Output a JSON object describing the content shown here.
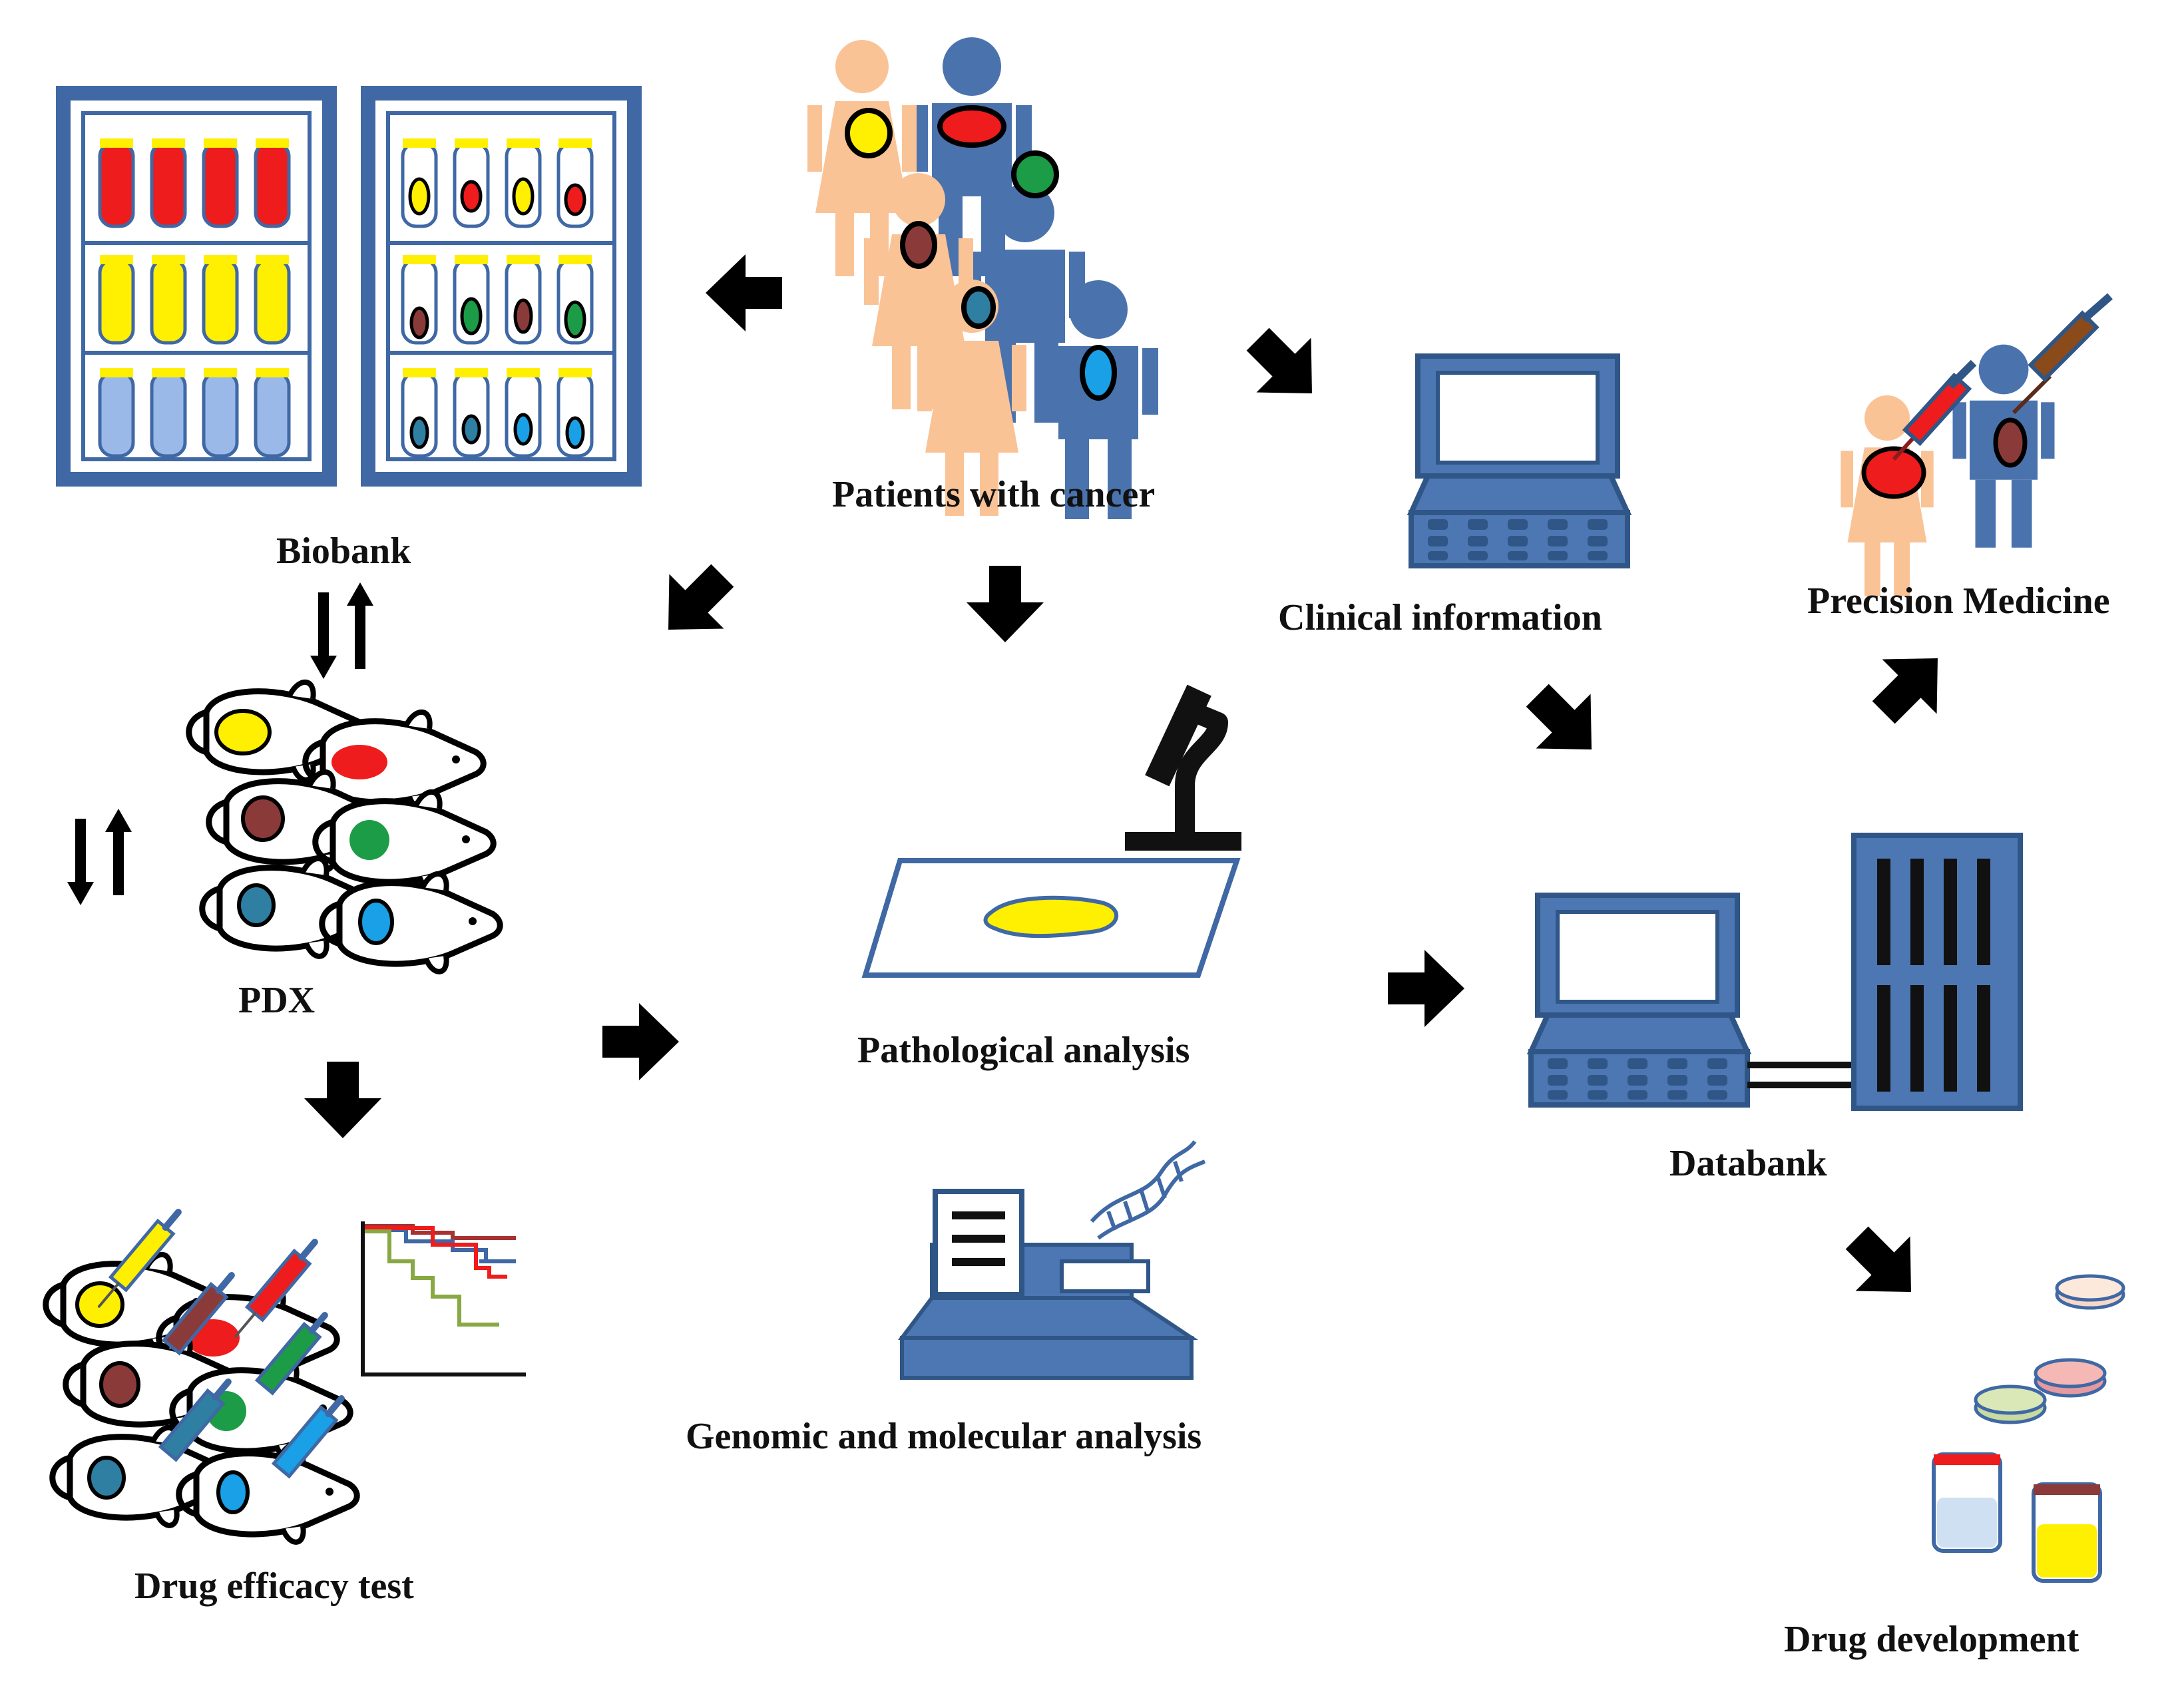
{
  "labels": {
    "biobank": "Biobank",
    "patients": "Patients with cancer",
    "clinical": "Clinical information",
    "precision": "Precision Medicine",
    "pdx": "PDX",
    "pathology": "Pathological analysis",
    "databank": "Databank",
    "drug_efficacy": "Drug efficacy test",
    "genomic": "Genomic and molecular analysis",
    "drug_development": "Drug development"
  },
  "colors": {
    "navy": "#3f68a4",
    "blue_fill": "#4d77b2",
    "peach": "#fac396",
    "red": "#ee1c1c",
    "yellow": "#ffef00",
    "brown": "#8b3a3a",
    "green": "#1c9c46",
    "teal": "#2f7fa3",
    "light_blue": "#19a0e6",
    "pale_blue": "#9ab9e9",
    "olive": "#88a843",
    "dark_red": "#a83232"
  },
  "icons": [
    "freezer-icon",
    "patient-icon",
    "computer-icon",
    "mouse-icon",
    "microscope-icon",
    "slide-icon",
    "sequencer-icon",
    "dna-icon",
    "server-icon",
    "syringe-icon",
    "petri-dish-icon",
    "vial-icon",
    "arrow-icon",
    "survival-curve-icon"
  ]
}
